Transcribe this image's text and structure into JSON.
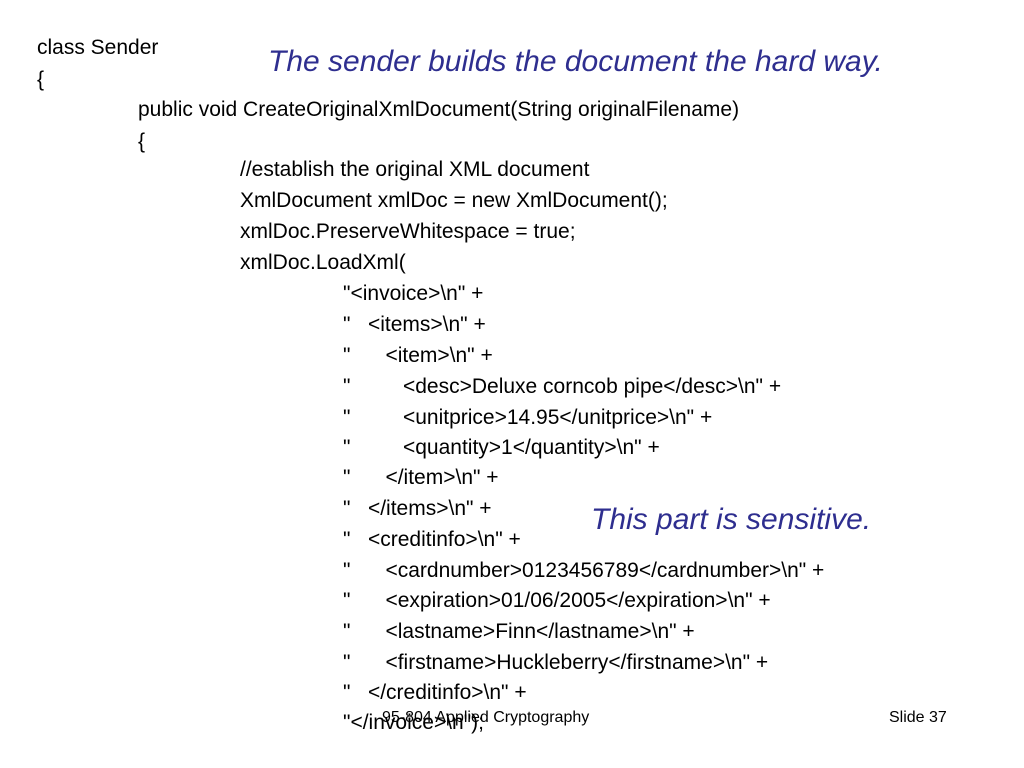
{
  "slide": {
    "title_callout": "The sender builds the document the hard way.",
    "sensitive_callout": "This part is sensitive.",
    "footer_course": "95-804 Applied Cryptography",
    "footer_slide": "Slide 37"
  },
  "code": [
    "class Sender",
    "{",
    "public void CreateOriginalXmlDocument(String originalFilename)",
    "{",
    "//establish the original XML document",
    "XmlDocument xmlDoc = new XmlDocument();",
    "xmlDoc.PreserveWhitespace = true;",
    "xmlDoc.LoadXml(",
    "\"<invoice>\\n\" +",
    "\"   <items>\\n\" +",
    "\"      <item>\\n\" +",
    "\"         <desc>Deluxe corncob pipe</desc>\\n\" +",
    "\"         <unitprice>14.95</unitprice>\\n\" +",
    "\"         <quantity>1</quantity>\\n\" +",
    "\"      </item>\\n\" +",
    "\"   </items>\\n\" +",
    "\"   <creditinfo>\\n\" +",
    "\"      <cardnumber>0123456789</cardnumber>\\n\" +",
    "\"      <expiration>01/06/2005</expiration>\\n\" +",
    "\"      <lastname>Finn</lastname>\\n\" +",
    "\"      <firstname>Huckleberry</firstname>\\n\" +",
    "\"   </creditinfo>\\n\" +",
    "\"</invoice>\\n\");"
  ]
}
